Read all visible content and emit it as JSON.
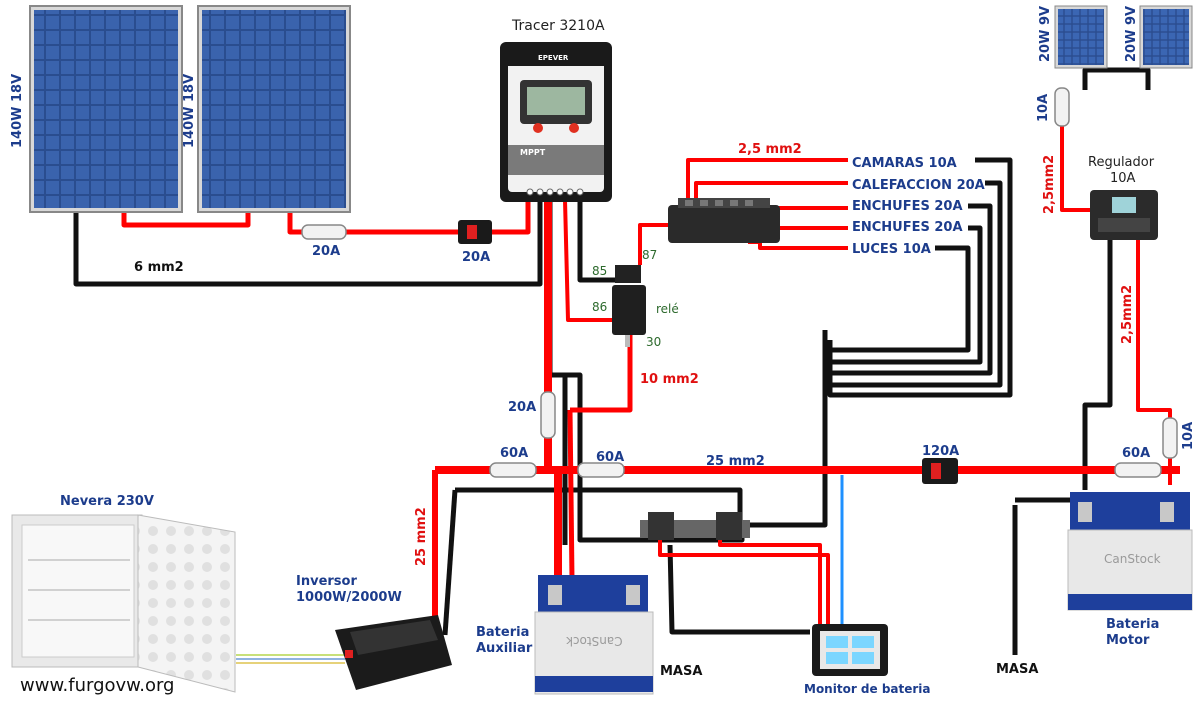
{
  "panels": {
    "left_1": "140W 18V",
    "left_2": "140W 18V",
    "small_1": "20W 9V",
    "small_2": "20W 9V"
  },
  "controller": {
    "title": "Tracer 3210A",
    "brand": "EPEVER",
    "mode": "MPPT",
    "buttons": [
      "",
      "",
      ""
    ]
  },
  "regulator": {
    "title": "Regulador",
    "subtitle": "10A"
  },
  "relay": {
    "label": "relé",
    "pins": [
      "85",
      "87",
      "86",
      "30"
    ]
  },
  "fuses": {
    "f20a_panel": "20A",
    "f20a_breaker": "20A",
    "f20a_vertical": "20A",
    "f60a_left": "60A",
    "f60a_mid": "60A",
    "f120a": "120A",
    "f60a_right": "60A",
    "f10a_top": "10A",
    "f10a_right": "10A"
  },
  "wires": {
    "w6mm2": "6 mm2",
    "w25_5mm2": "2,5 mm2",
    "w10mm2": "10 mm2",
    "w25mm2_h": "25 mm2",
    "w25mm2_v": "25 mm2",
    "w2_5mm2_reg": "2,5mm2",
    "w2_5mm2_bat": "2,5mm2"
  },
  "circuits": [
    "CAMARAS 10A",
    "CALEFACCION 20A",
    "ENCHUFES 20A",
    "ENCHUFES 20A",
    "LUCES 10A"
  ],
  "fridge": "Nevera 230V",
  "inverter": {
    "line1": "Inversor",
    "line2": "1000W/2000W"
  },
  "battery_aux": {
    "line1": "Bateria",
    "line2": "Auxiliar",
    "watermark": "CanStock"
  },
  "battery_motor": {
    "line1": "Bateria",
    "line2": "Motor",
    "watermark": "CanStock"
  },
  "masa_1": "MASA",
  "masa_2": "MASA",
  "monitor": {
    "label": "Monitor de bateria"
  },
  "website": "www.furgovw.org",
  "colors": {
    "red_wire": "#ff0000",
    "black_wire": "#111111",
    "label_blue": "#1c3c8c",
    "panel_blue": "#2a4d8f"
  }
}
